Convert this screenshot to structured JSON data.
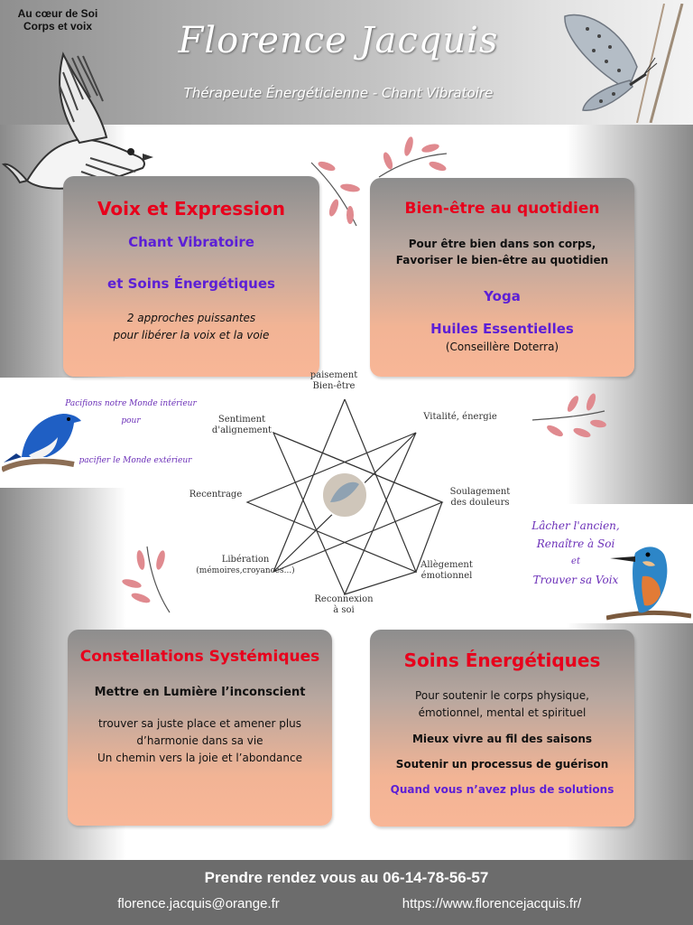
{
  "header": {
    "tagline": [
      "Au cœur de Soi",
      "Corps et voix"
    ],
    "title": "Florence Jacquis",
    "subtitle": "Thérapeute Énergéticienne - Chant Vibratoire"
  },
  "cards": {
    "voix": {
      "title": "Voix et Expression",
      "line1": "Chant Vibratoire",
      "line2": "et Soins Énergétiques",
      "desc": [
        "2 approches puissantes",
        "pour libérer la voix et la voie"
      ]
    },
    "bienetre": {
      "title": "Bien-être au quotidien",
      "desc": [
        "Pour être bien dans son corps,",
        "Favoriser le bien-être au quotidien"
      ],
      "yoga": "Yoga",
      "huiles": "Huiles Essentielles",
      "note": "(Conseillère Doterra)"
    },
    "constellations": {
      "title": "Constellations Systémiques",
      "lead": "Mettre en Lumière l’inconscient",
      "desc": [
        "trouver sa juste place et amener plus",
        "d’harmonie dans sa vie",
        "Un chemin vers la joie et l’abondance"
      ]
    },
    "soins": {
      "title": "Soins Énergétiques",
      "desc": [
        "Pour soutenir le corps physique,",
        "émotionnel, mental et spirituel"
      ],
      "b1": "Mieux vivre au fil des saisons",
      "b2": "Soutenir un processus de guérison",
      "b3": "Quand vous n’avez plus de solutions"
    }
  },
  "star": {
    "top": [
      "paisement",
      "Bien-être"
    ],
    "vitalite": "Vitalité, énergie",
    "soulagement": [
      "Soulagement",
      "des douleurs"
    ],
    "allegement": [
      "Allègement",
      "émotionnel"
    ],
    "reconnexion": [
      "Reconnexion",
      "à soi"
    ],
    "liberation": [
      "Libération",
      "(mémoires,croyances...)"
    ],
    "recentrage": "Recentrage",
    "sentiment": [
      "Sentiment",
      "d'alignement"
    ]
  },
  "quotes": {
    "left": [
      "Pacifions notre Monde intérieur",
      "pour",
      "pacifier le Monde extérieur"
    ],
    "right": [
      "Lâcher l'ancien,",
      "Renaître à Soi",
      "et",
      "Trouver sa Voix"
    ]
  },
  "footer": {
    "rdv": "Prendre rendez vous au 06-14-78-56-57",
    "email": "florence.jacquis@orange.fr",
    "website": "https://www.florencejacquis.fr/"
  },
  "colors": {
    "heading_red": "#e8001c",
    "accent_purple": "#5c1fd6",
    "footer_grey": "#6c6c6c",
    "card_peach": "#f8b697"
  }
}
